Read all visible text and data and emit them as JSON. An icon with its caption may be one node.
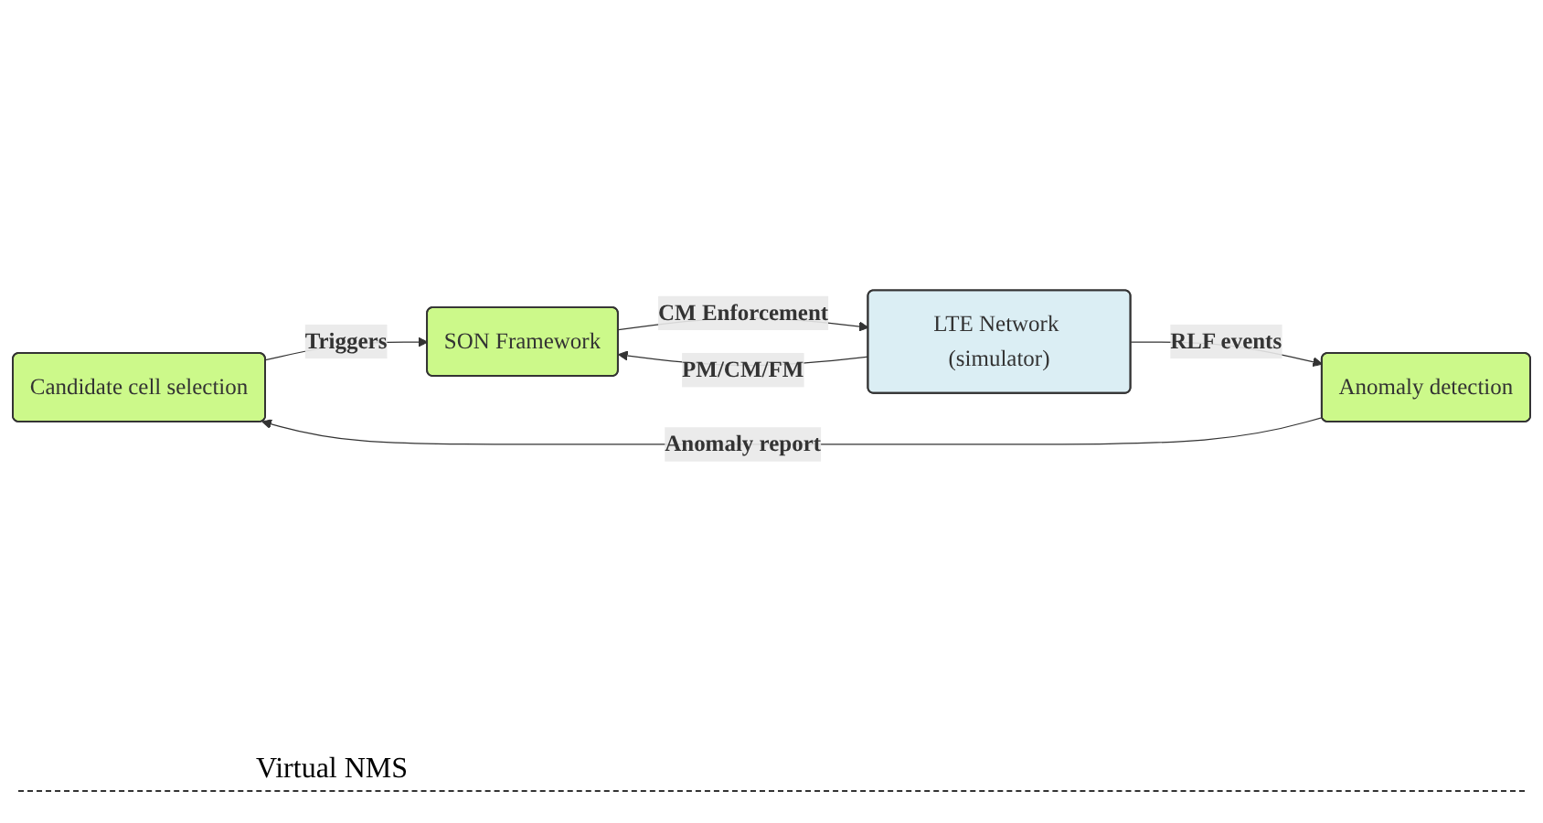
{
  "diagram": {
    "nodes": [
      {
        "text": [
          "Candidate cell selection"
        ]
      },
      {
        "text": [
          "SON Framework"
        ]
      },
      {
        "text": [
          "Anomaly detection"
        ]
      },
      {
        "text": [
          "LTE Network (simulator)"
        ]
      }
    ],
    "edges": [
      {
        "from": 2,
        "to": 0,
        "arrow": "to",
        "label": "Anomaly report"
      },
      {
        "from": 0,
        "to": 1,
        "arrow": "to",
        "label": "Triggers"
      },
      {
        "from": 1,
        "to": 3,
        "arrow": "to",
        "label": "CM Enforcement"
      },
      {
        "from": 3,
        "to": 1,
        "arrow": "to",
        "label": "PM/CM/FM"
      },
      {
        "from": 3,
        "to": 2,
        "arrow": "to",
        "label": "RLF events"
      }
    ],
    "labels": [
      "Virtual NMS"
    ]
  }
}
